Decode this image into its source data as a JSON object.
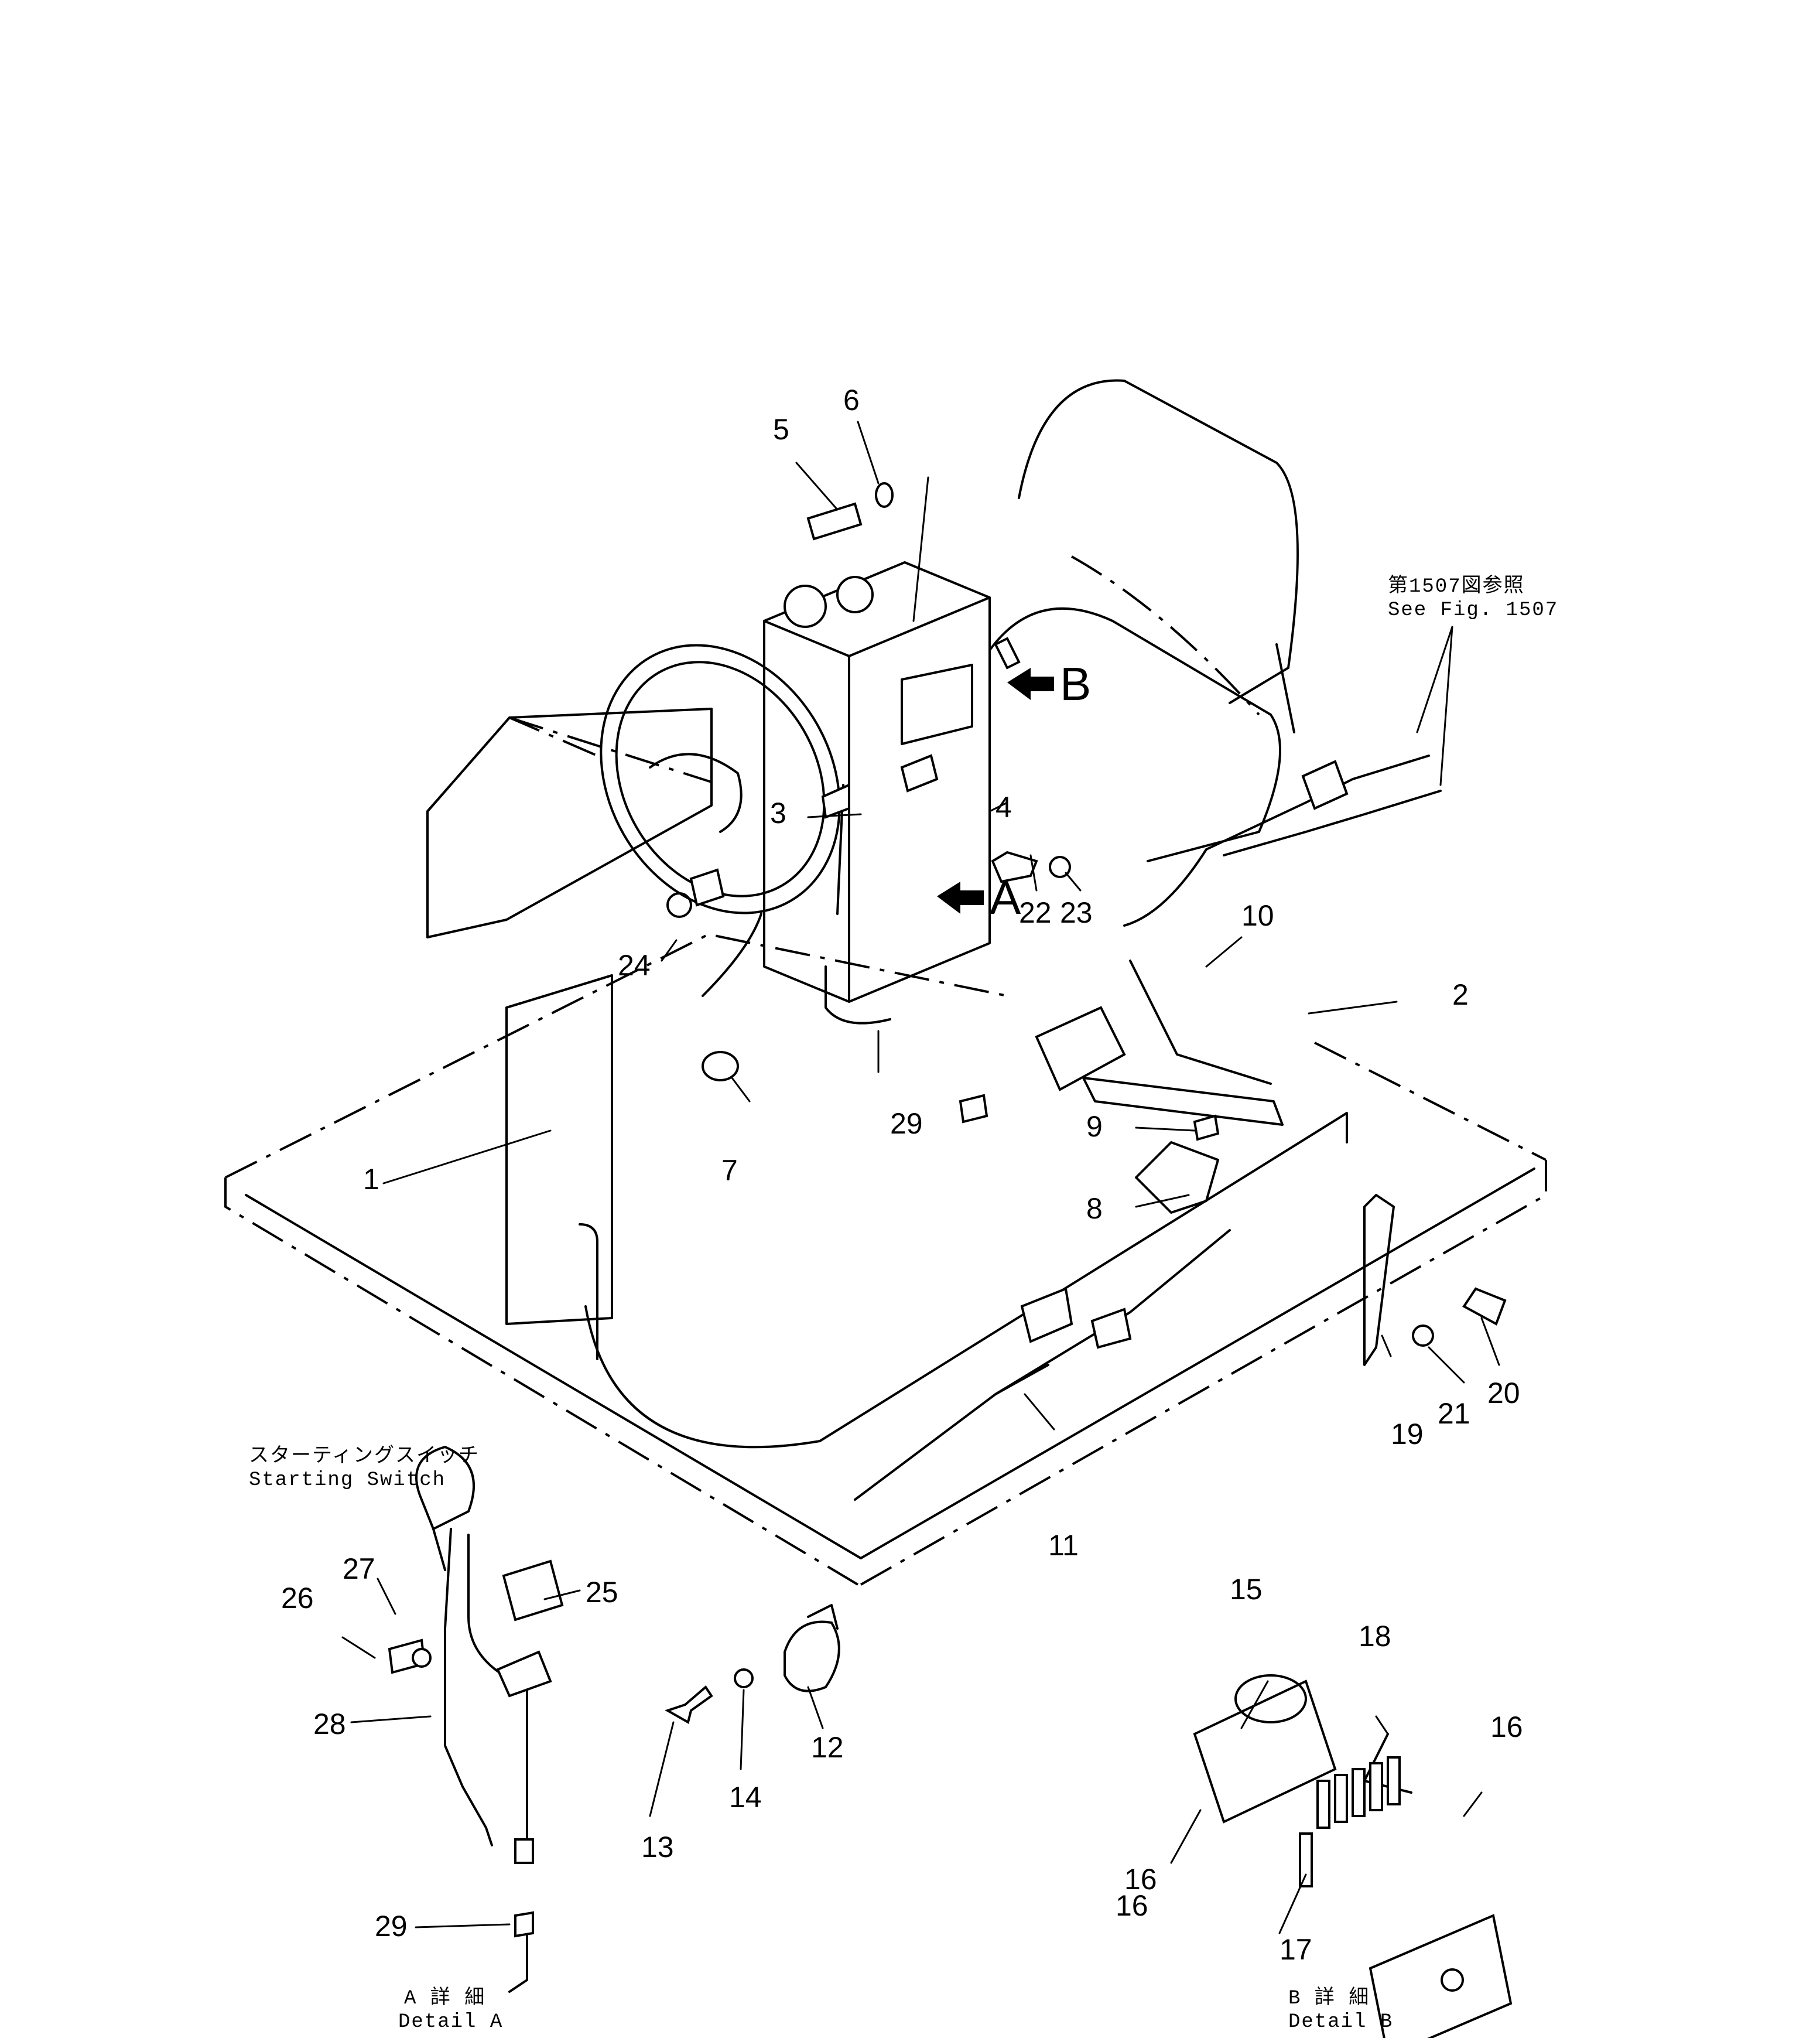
{
  "callouts": [
    "1",
    "2",
    "3",
    "4",
    "5",
    "6",
    "7",
    "8",
    "9",
    "10",
    "11",
    "12",
    "13",
    "14",
    "15",
    "16",
    "16",
    "16",
    "17",
    "18",
    "19",
    "20",
    "21",
    "22",
    "23",
    "24",
    "25",
    "26",
    "27",
    "28",
    "29",
    "29"
  ],
  "view_markers": {
    "b": "B",
    "a": "A"
  },
  "notes": {
    "see_fig_jp": "第1507図参照",
    "see_fig_en": "See Fig. 1507",
    "starting_switch_jp": "スターティングスイッチ",
    "starting_switch_en": "Starting Switch",
    "detail_a_jp": "A 詳 細",
    "detail_a_en": "Detail A",
    "detail_b_jp": "B 詳 細",
    "detail_b_en": "Detail B"
  }
}
